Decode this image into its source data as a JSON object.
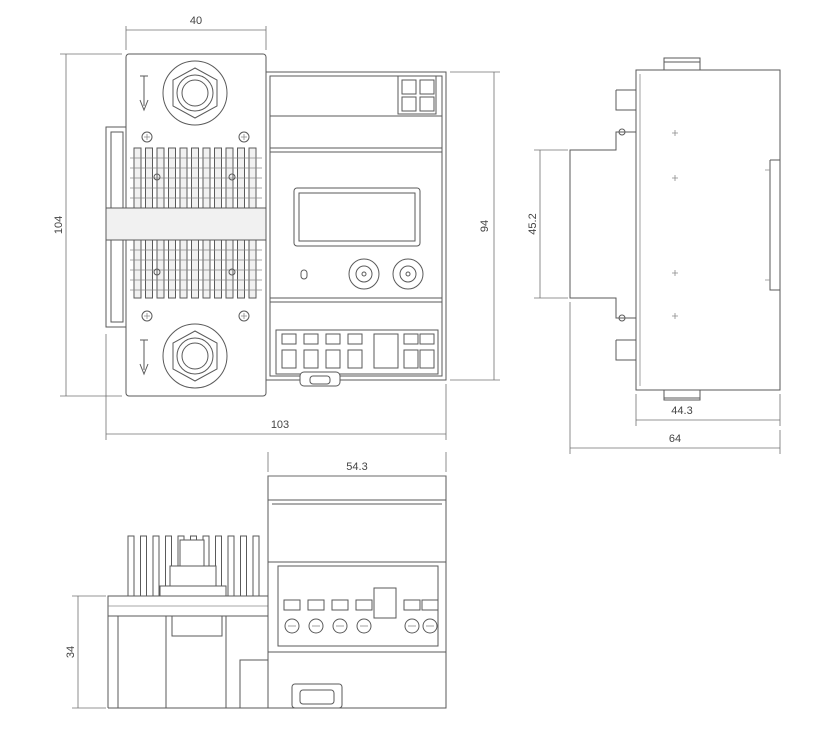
{
  "dimensions": {
    "front_width_top": "40",
    "front_height_left": "104",
    "front_height_right": "94",
    "front_width_bottom": "103",
    "side_height": "45.2",
    "side_depth_inner": "44.3",
    "side_depth_total": "64",
    "bottom_width": "54.3",
    "bottom_height": "34"
  }
}
